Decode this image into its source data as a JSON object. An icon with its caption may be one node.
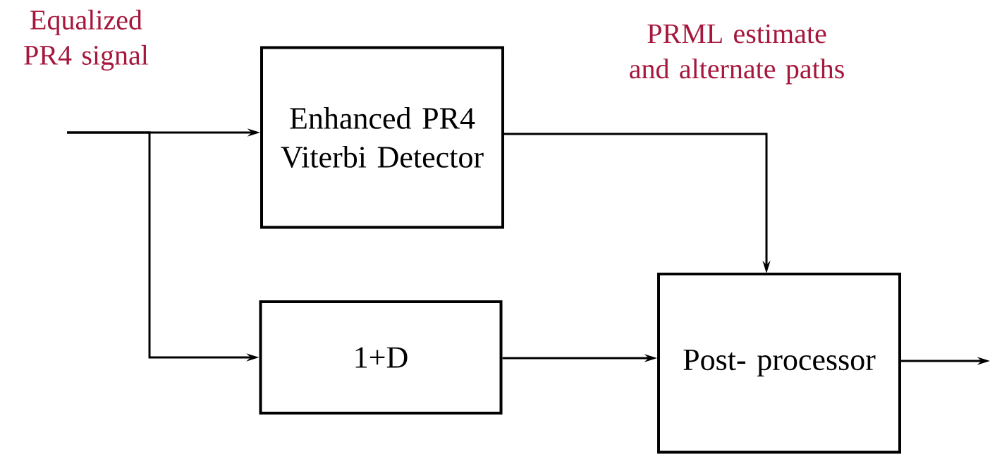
{
  "diagram": {
    "nodes": [
      {
        "text": [
          "Enhanced PR4 Viterbi Detector"
        ]
      },
      {
        "text": [
          "1+D"
        ]
      },
      {
        "text": [
          "Post- processor"
        ]
      }
    ],
    "edges": [
      {
        "from": null,
        "to": 0,
        "arrow": "to"
      },
      {
        "from": null,
        "to": 1,
        "arrow": "to"
      },
      {
        "from": 0,
        "to": 2,
        "arrow": "to",
        "label": "PRML estimate and alternate paths"
      },
      {
        "from": 1,
        "to": 2,
        "arrow": "to"
      },
      {
        "from": 2,
        "to": null,
        "arrow": "to"
      }
    ],
    "labels": [
      "Equalized PR4 signal"
    ]
  }
}
